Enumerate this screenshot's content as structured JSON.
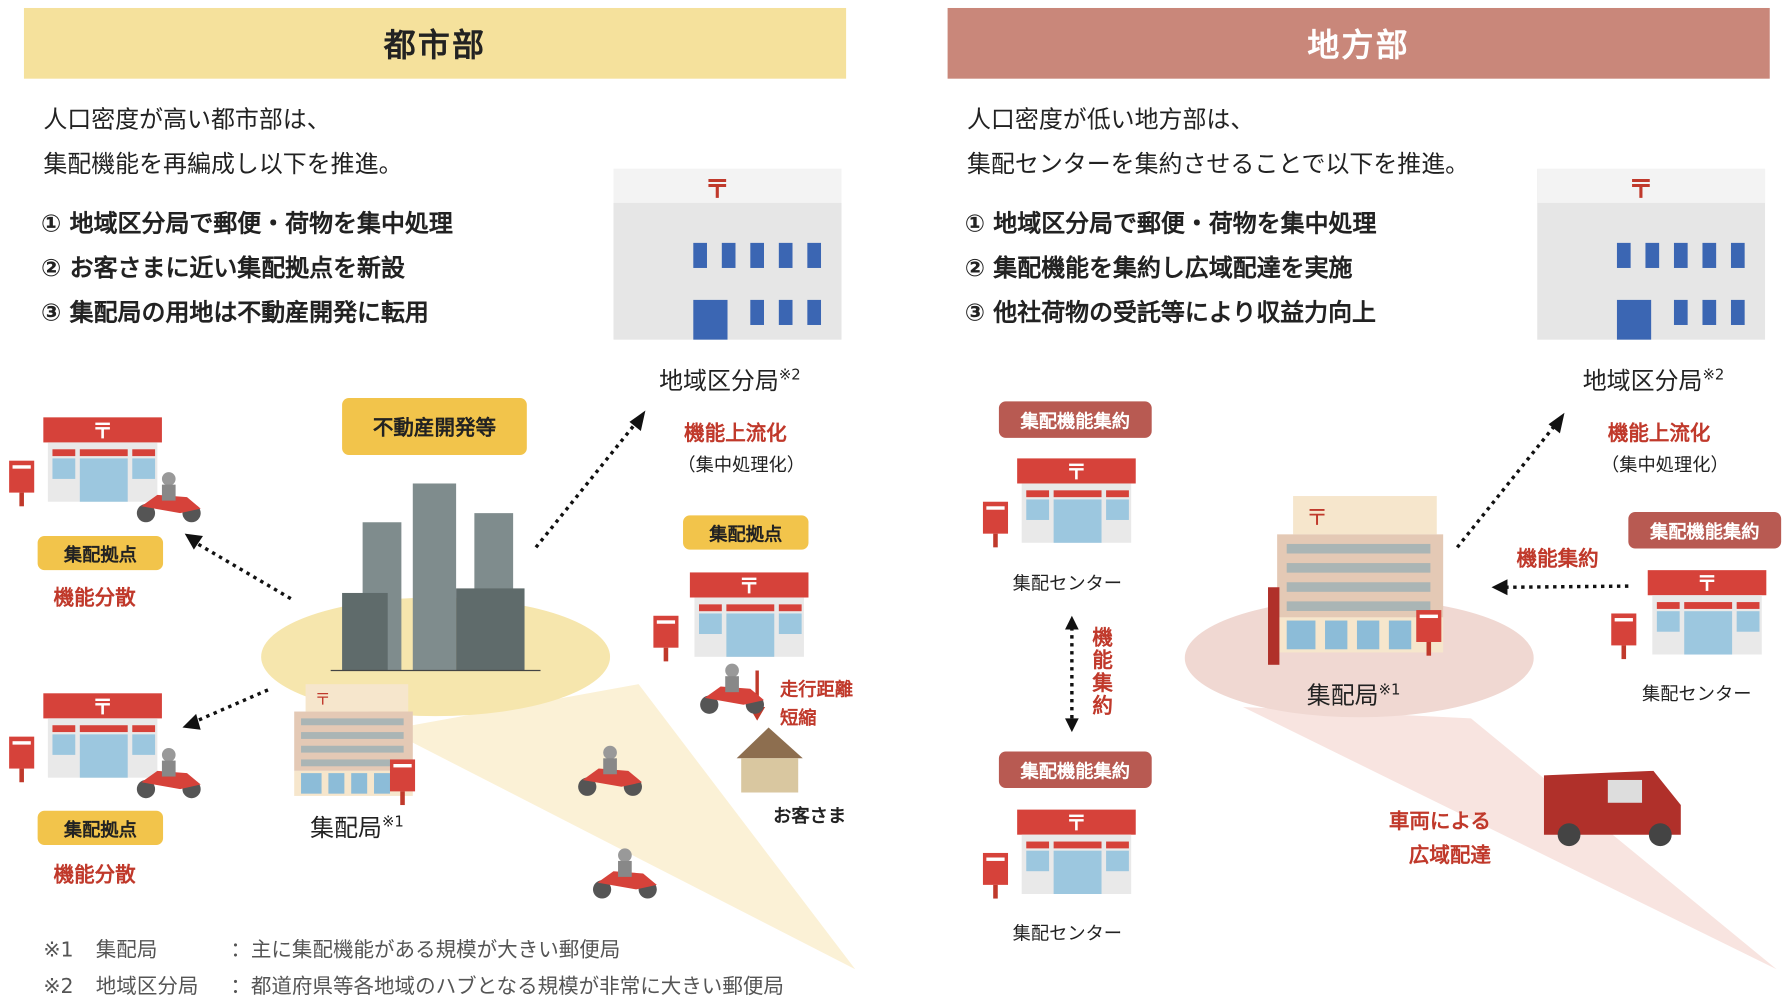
{
  "urban": {
    "title": "都市部",
    "intro": [
      "人口密度が高い都市部は、",
      "集配機能を再編成し以下を推進。"
    ],
    "points": [
      "① 地域区分局で郵便・荷物を集中処理",
      "② お客さまに近い集配拠点を新設",
      "③ 集配局の用地は不動産開発に転用"
    ],
    "hub_label": "地域区分局",
    "hub_sup": "※2",
    "upstream": "機能上流化",
    "upstream_sub": "（集中処理化）",
    "realestate": "不動産開発等",
    "base_tag": "集配拠点",
    "disperse": "機能分散",
    "office_label": "集配局",
    "office_sup": "※1",
    "shorten": [
      "走行距離",
      "短縮"
    ],
    "customer": "お客さま"
  },
  "rural": {
    "title": "地方部",
    "intro": [
      "人口密度が低い地方部は、",
      "集配センターを集約させることで以下を推進。"
    ],
    "points": [
      "① 地域区分局で郵便・荷物を集中処理",
      "② 集配機能を集約し広域配達を実施",
      "③ 他社荷物の受託等により収益力向上"
    ],
    "hub_label": "地域区分局",
    "hub_sup": "※2",
    "upstream": "機能上流化",
    "upstream_sub": "（集中処理化）",
    "consolidate_tag": "集配機能集約",
    "center_label": "集配センター",
    "consolidate": "機能集約",
    "vertical_consolidate": "機能集約",
    "office_label": "集配局",
    "office_sup": "※1",
    "wide": [
      "車両による",
      "広域配達"
    ]
  },
  "notes": [
    {
      "mark": "※1",
      "term": "集配局",
      "desc": "：主に集配機能がある規模が大きい郵便局"
    },
    {
      "mark": "※2",
      "term": "地域区分局",
      "desc": "：都道府県等各地域のハブとなる規模が非常に大きい郵便局"
    }
  ],
  "colors": {
    "urban_header": "#f5e19c",
    "rural_header": "#c9877a",
    "accent_red": "#c0392b"
  }
}
